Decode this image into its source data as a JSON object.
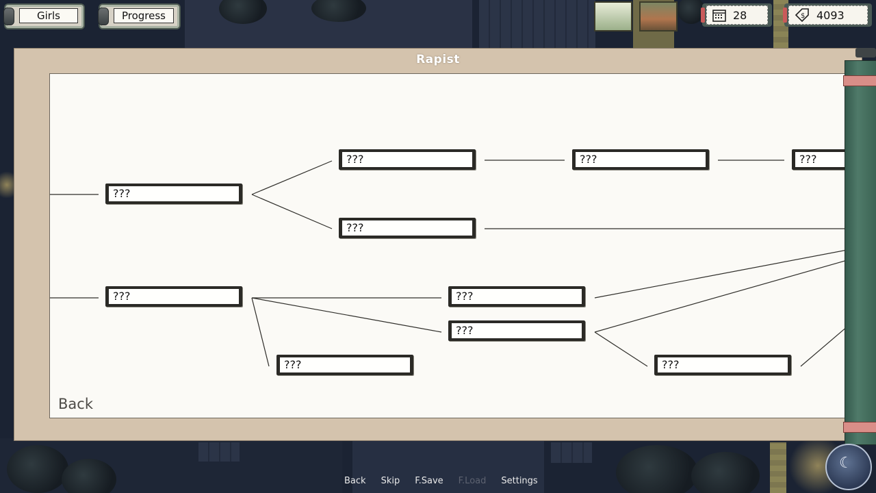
{
  "hud": {
    "girls_label": "Girls",
    "progress_label": "Progress",
    "day": "28",
    "money": "4093",
    "calendar_icon": "calendar-icon",
    "money_icon": "money-tag-icon"
  },
  "dialog": {
    "title": "Rapist",
    "back_label": "Back",
    "nodes": [
      {
        "label": "???"
      },
      {
        "label": "???"
      },
      {
        "label": "???"
      },
      {
        "label": "???"
      },
      {
        "label": "???"
      },
      {
        "label": "???"
      },
      {
        "label": "???"
      },
      {
        "label": "???"
      },
      {
        "label": "???"
      },
      {
        "label": "???"
      }
    ]
  },
  "quickmenu": {
    "back": "Back",
    "skip": "Skip",
    "fsave": "F.Save",
    "fload": "F.Load",
    "settings": "Settings"
  },
  "colors": {
    "panel": "#d4c3ad",
    "sheet": "#fbfaf6",
    "roller": "#4f7a69",
    "accent_band": "#d98e88"
  }
}
